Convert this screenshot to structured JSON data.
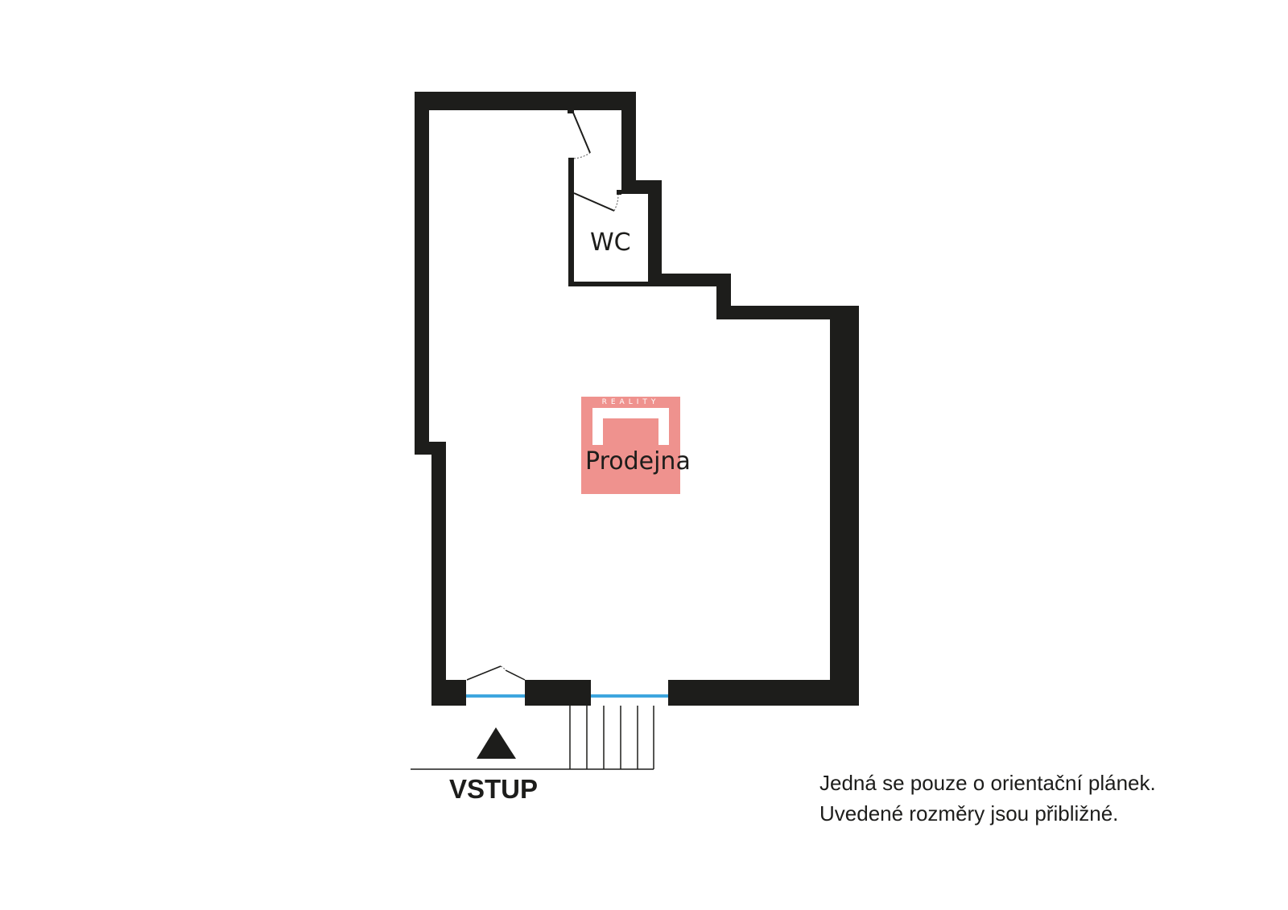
{
  "labels": {
    "wc": "WC",
    "room": "Prodejna",
    "entrance": "VSTUP",
    "note_line1": "Jedná se pouze o orientační plánek.",
    "note_line2": "Uvedené rozměry jsou přibližné."
  },
  "logo": {
    "subtitle": "REALITY",
    "color": "#ef928e"
  },
  "colors": {
    "wall": "#1d1d1b",
    "window": "#3ea6df"
  }
}
